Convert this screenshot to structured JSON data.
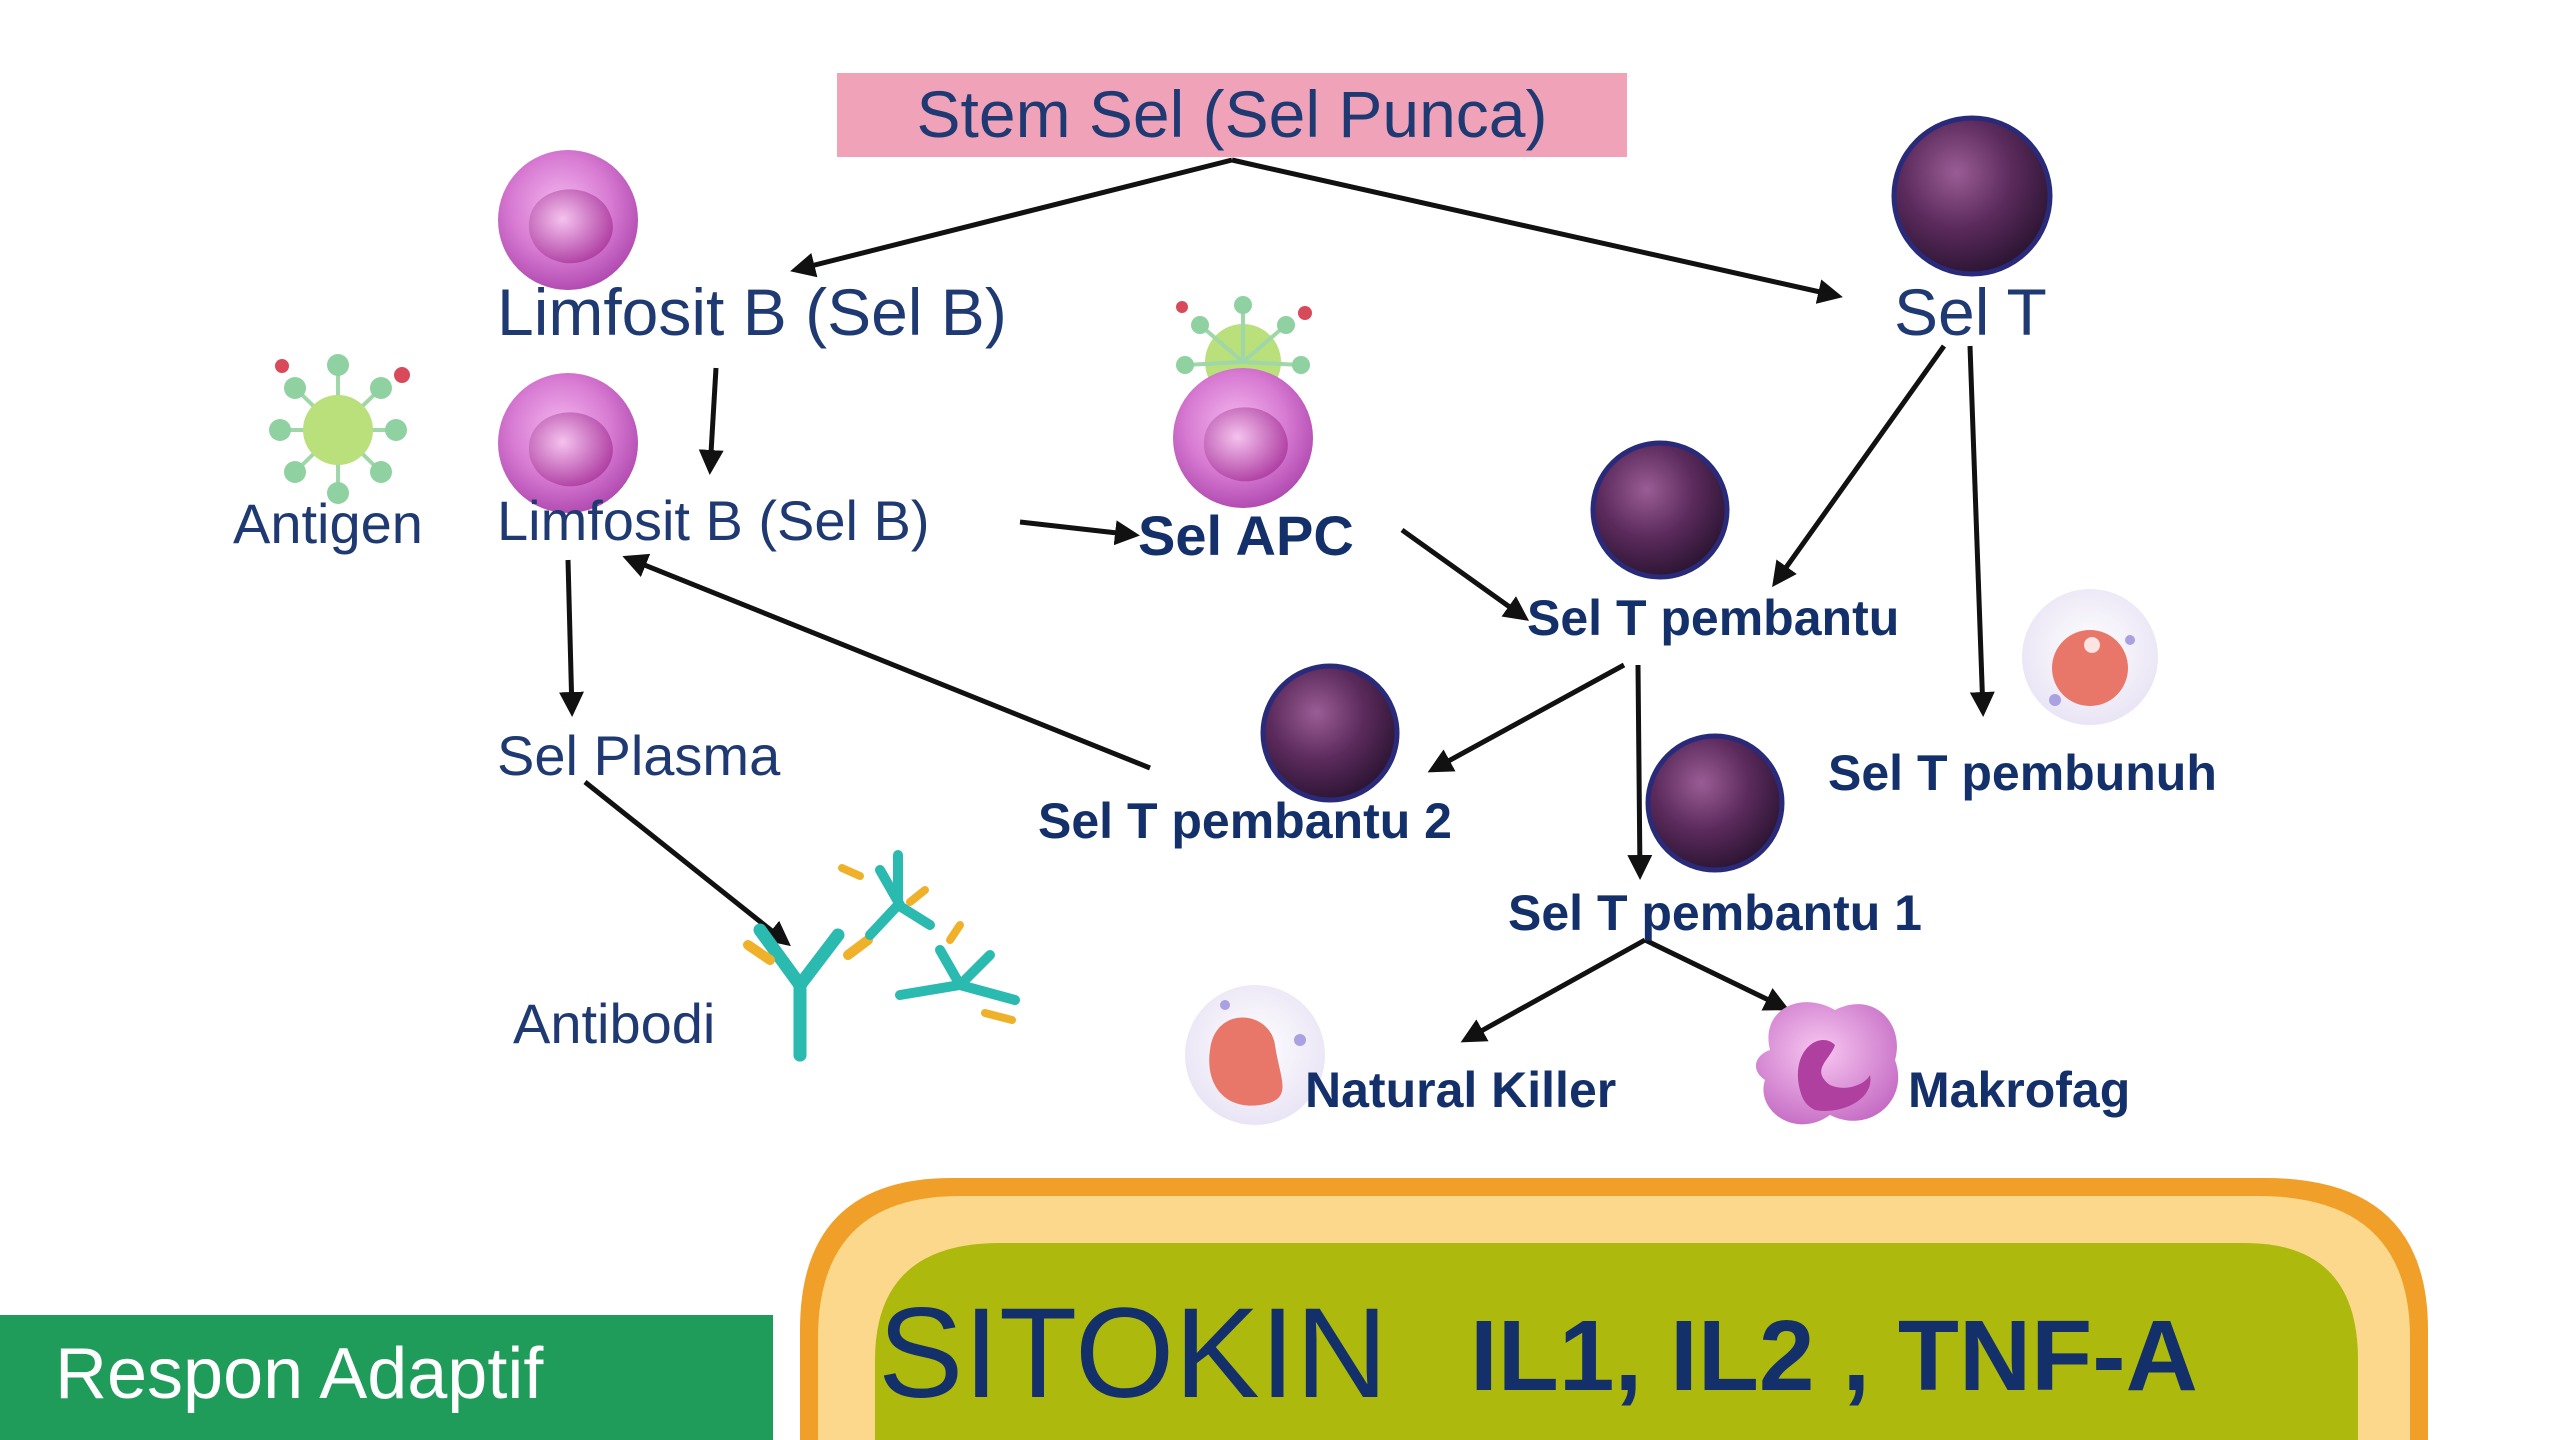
{
  "title": "Stem Sel (Sel Punca)",
  "nodes": {
    "limfosit_b_top": "Limfosit B (Sel B)",
    "sel_t": "Sel T",
    "antigen": "Antigen",
    "limfosit_b_mid": "Limfosit B (Sel B)",
    "sel_apc": "Sel APC",
    "sel_t_pembantu": "Sel T pembantu",
    "sel_plasma": "Sel Plasma",
    "sel_t_pembantu_2": "Sel T pembantu 2",
    "sel_t_pembunuh": "Sel T pembunuh",
    "sel_t_pembantu_1": "Sel T pembantu 1",
    "antibodi": "Antibodi",
    "natural_killer": "Natural Killer",
    "makrofag": "Makrofag"
  },
  "footer": {
    "respon": "Respon Adaptif",
    "sitokin_word": "SITOKIN",
    "sitokin_list": "IL1, IL2 , TNF-A"
  },
  "colors": {
    "title_bg": "#f0a3b8",
    "text": "#1f3a73",
    "respon_bg": "#1f9b5a",
    "pill_outer": "#f0a028",
    "pill_mid": "#fcd88c",
    "pill_inner": "#adb90d"
  }
}
